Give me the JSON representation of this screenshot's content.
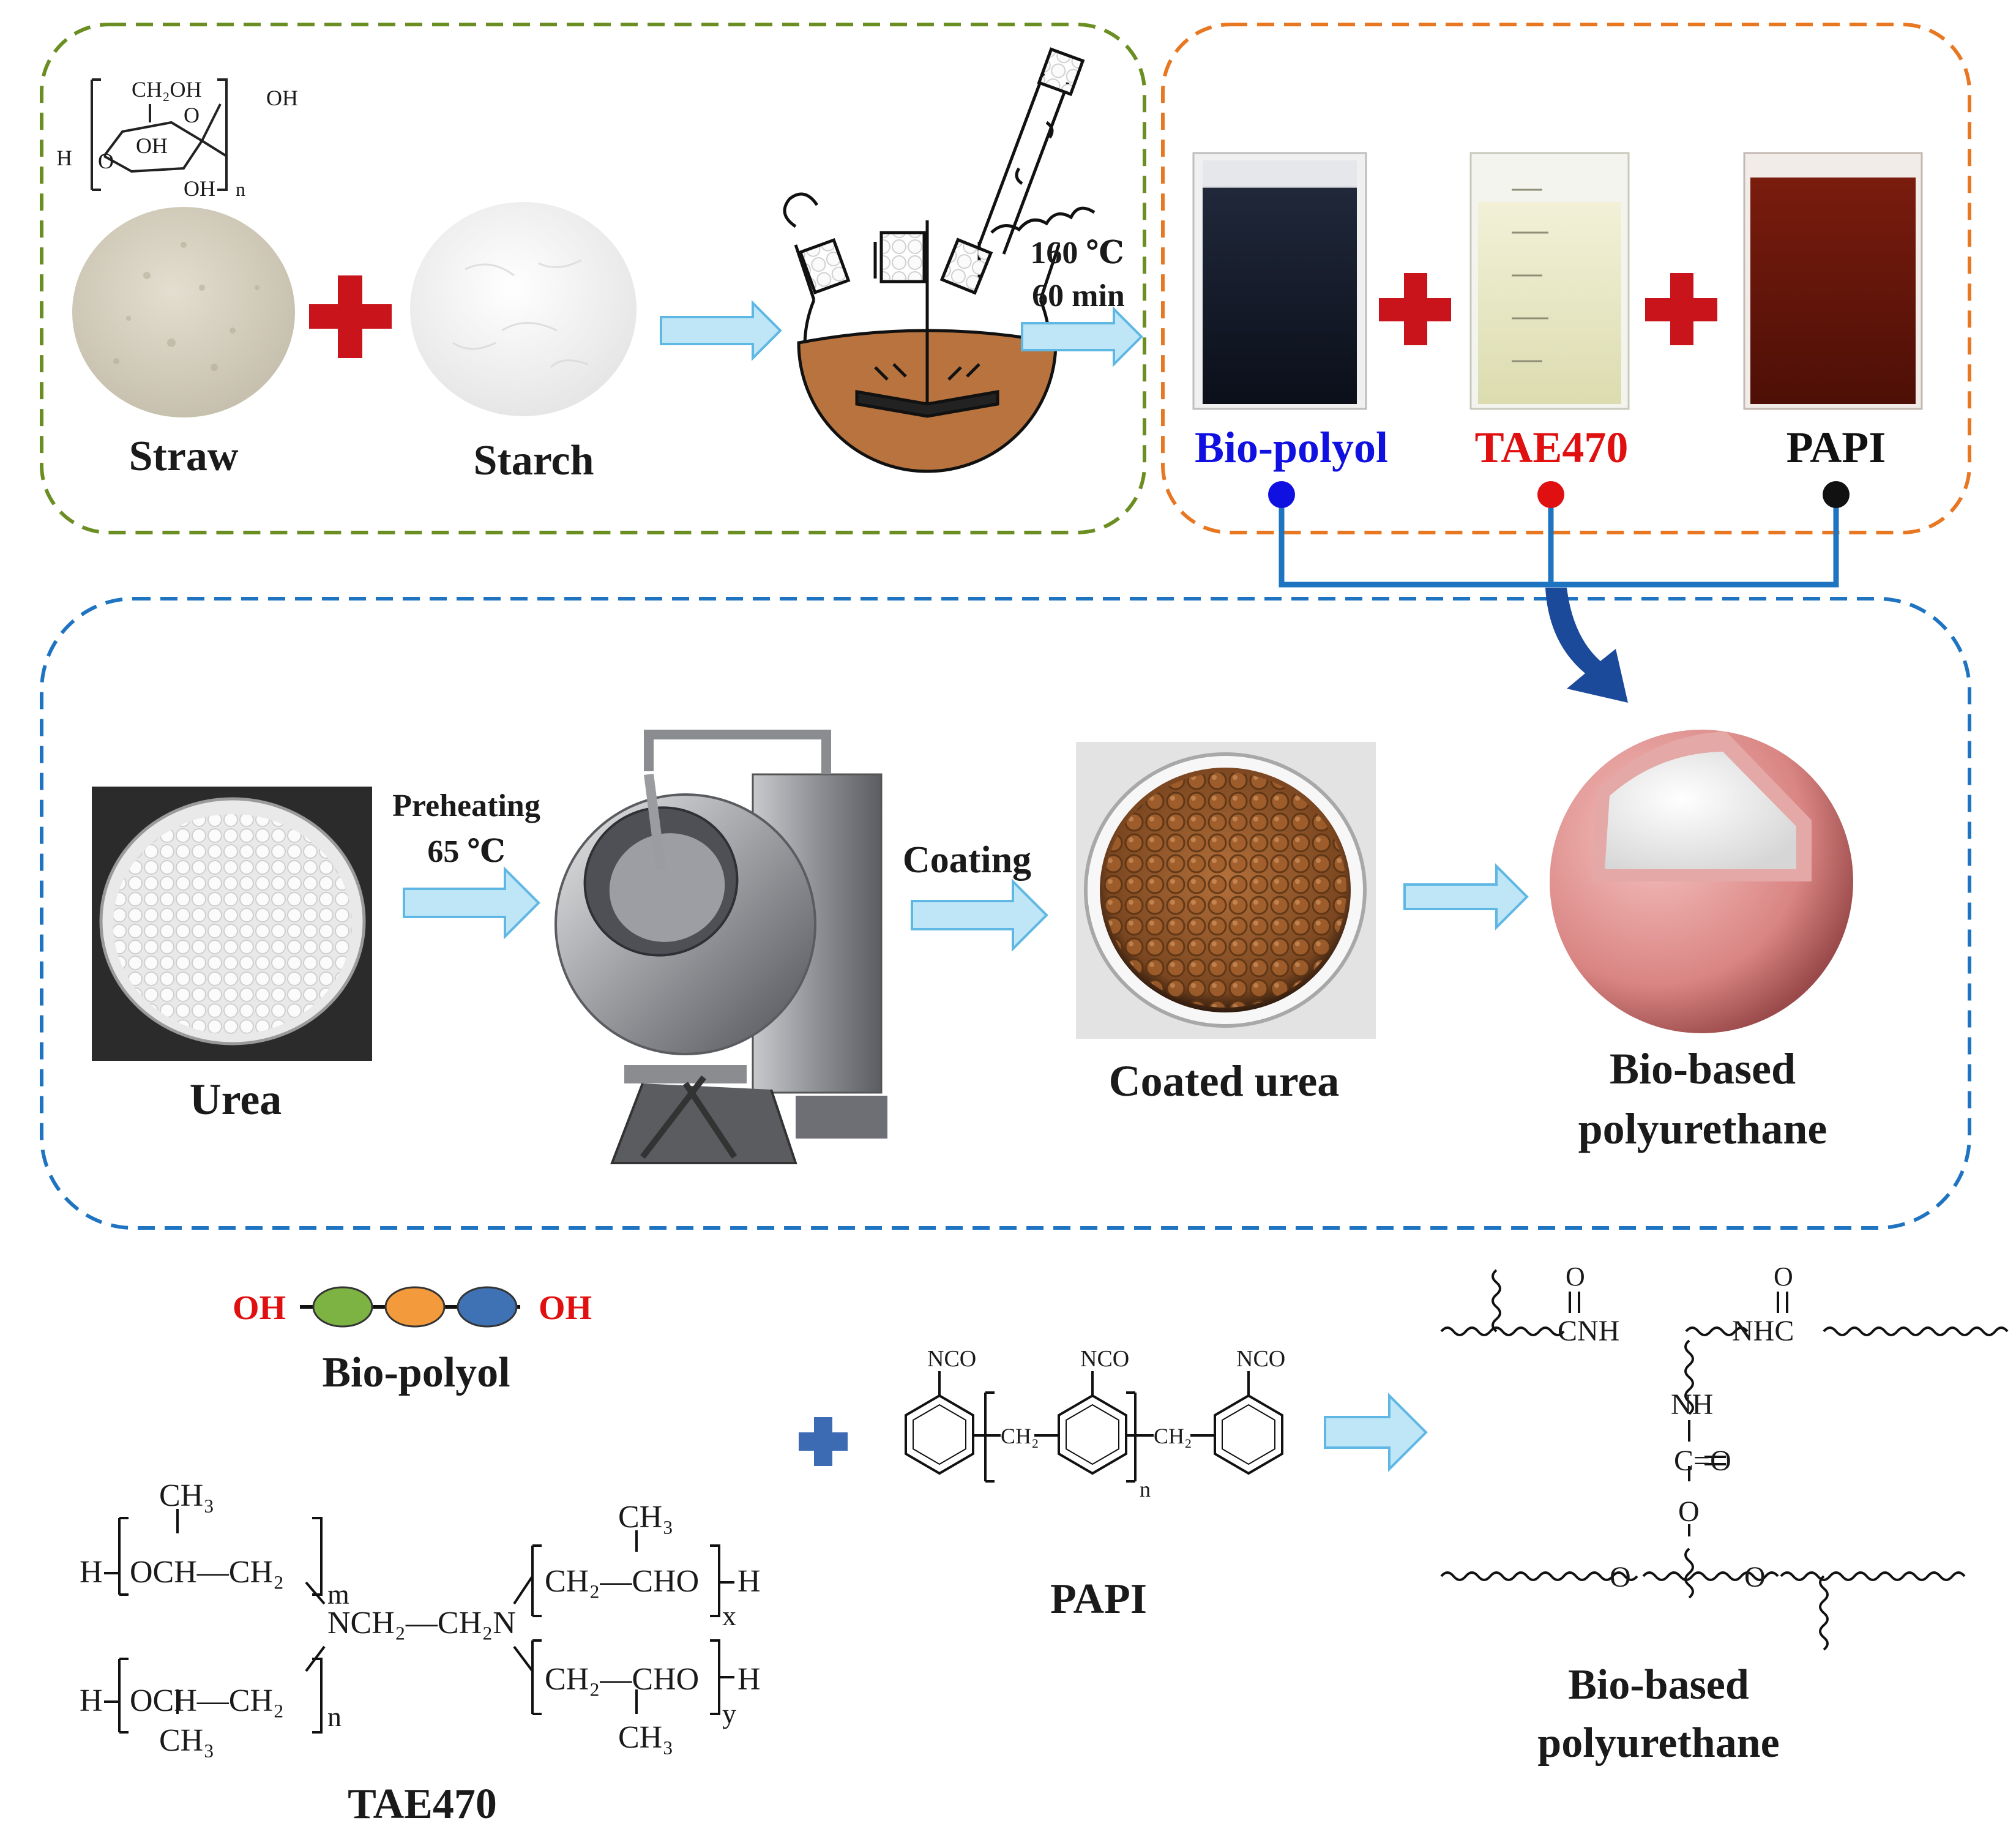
{
  "step1": {
    "straw_label": "Straw",
    "starch_label": "Starch",
    "condition_temp": "160 ℃",
    "condition_time": "60 min",
    "glucose": {
      "ch2oh": "CH₂OH",
      "o_ring": "O",
      "oh_top": "OH",
      "oh_mid": "OH",
      "oh_bot": "OH",
      "h_end": "H",
      "o_left": "O",
      "n": "n"
    }
  },
  "step2": {
    "biopolyol_label": "Bio-polyol",
    "tae_label": "TAE470",
    "papi_label": "PAPI",
    "colors": {
      "biopolyol": "#1010e0",
      "tae": "#e01010",
      "papi": "#111111",
      "bracket": "#1f74c2"
    }
  },
  "step3": {
    "urea_label": "Urea",
    "preheat_label": "Preheating",
    "preheat_temp": "65 ℃",
    "coating_label": "Coating",
    "coated_label": "Coated urea",
    "biobased_line1": "Bio-based",
    "biobased_line2": "polyurethane"
  },
  "chem": {
    "polyol": {
      "oh_left": "OH",
      "oh_right": "OH",
      "caption": "Bio-polyol",
      "bead_colors": [
        "#7cb342",
        "#f39a3c",
        "#3f72b5"
      ]
    },
    "tae": {
      "caption": "TAE470",
      "ch3_top": "CH₃",
      "ch3_bot": "CH₃",
      "ch3_right_top": "CH₃",
      "ch3_right_bot": "CH₃",
      "h_top": "H",
      "h_bot": "H",
      "h_right_top": "H",
      "h_right_bot": "H",
      "och_top": "OCH—CH₂",
      "och_bot": "OCH—CH₂",
      "m": "m",
      "n": "n",
      "x": "x",
      "y": "y",
      "center": "NCH₂—CH₂N",
      "right_top": "CH₂—CHO",
      "right_bot": "CH₂—CHO"
    },
    "papi": {
      "caption": "PAPI",
      "nco": "NCO",
      "ch2": "CH₂",
      "n": "n"
    },
    "pu": {
      "caption_line1": "Bio-based",
      "caption_line2": "polyurethane",
      "o_top_left": "O",
      "o_top_right": "O",
      "cnh": "CNH",
      "nhc": "NHC",
      "nh": "NH",
      "c_eq_o": "C=O",
      "o_mid": "O",
      "o_left": "O",
      "o_right": "O"
    }
  },
  "colors": {
    "green_box": "#6b8e23",
    "orange_box": "#e87722",
    "blue_box": "#1f74c2",
    "plus_red": "#c8141a",
    "plus_blue": "#3d6bb3",
    "arrow_fill": "#bfe6f7",
    "arrow_stroke": "#5fb7e3",
    "curved_arrow": "#1c4a9a"
  }
}
